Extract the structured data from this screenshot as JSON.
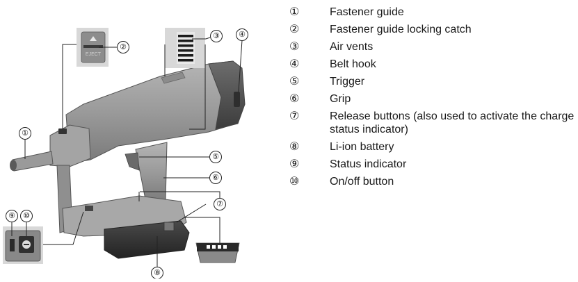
{
  "callout_numbers": [
    "①",
    "②",
    "③",
    "④",
    "⑤",
    "⑥",
    "⑦",
    "⑧",
    "⑨",
    "⑩"
  ],
  "inset": {
    "eject_label": "EJECT"
  },
  "legend": [
    {
      "num": "①",
      "text": "Fastener guide"
    },
    {
      "num": "②",
      "text": "Fastener guide locking catch"
    },
    {
      "num": "③",
      "text": "Air vents"
    },
    {
      "num": "④",
      "text": "Belt hook"
    },
    {
      "num": "⑤",
      "text": "Trigger"
    },
    {
      "num": "⑥",
      "text": "Grip"
    },
    {
      "num": "⑦",
      "text": "Release buttons (also used to activate the charge status indicator)"
    },
    {
      "num": "⑧",
      "text": "Li-ion battery"
    },
    {
      "num": "⑨",
      "text": "Status indicator"
    },
    {
      "num": "⑩",
      "text": "On/off button"
    }
  ]
}
